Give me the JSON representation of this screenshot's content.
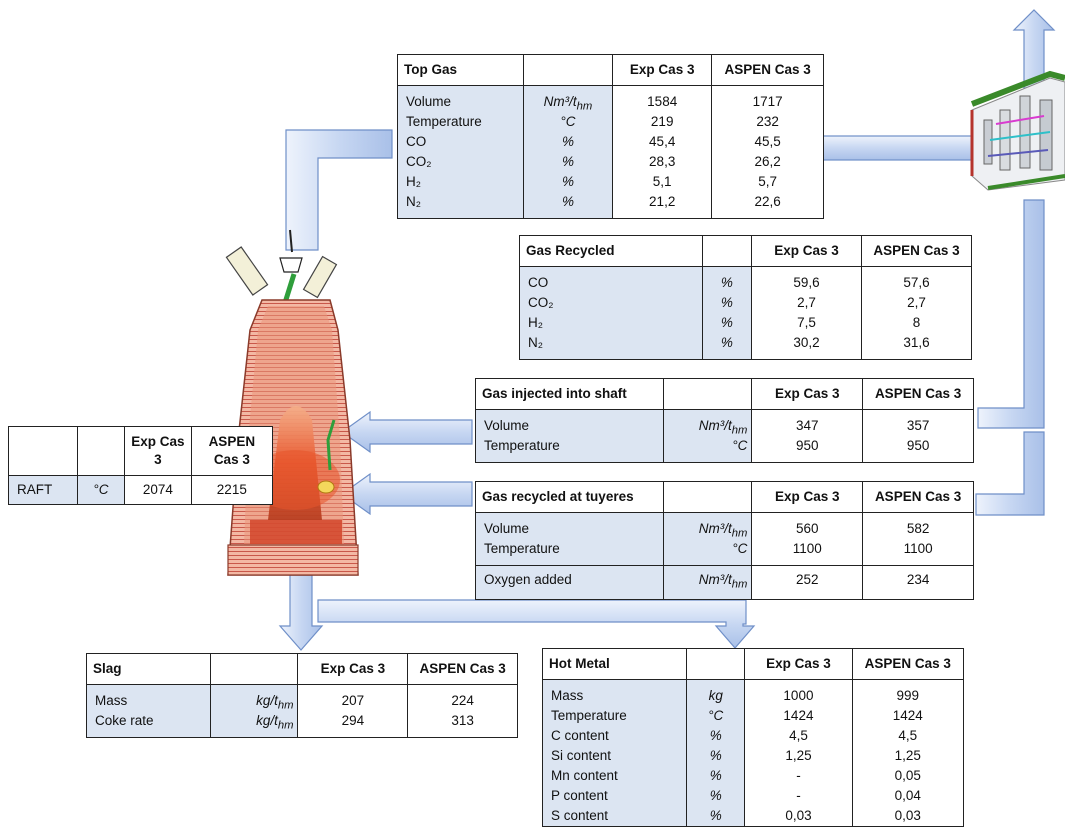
{
  "top_gas": {
    "title": "Top Gas",
    "col_exp": "Exp Cas 3",
    "col_aspen": "ASPEN Cas 3",
    "rows": [
      {
        "label": "Volume",
        "unit": "Nm³/t_hm",
        "exp": "1584",
        "aspen": "1717"
      },
      {
        "label": "Temperature",
        "unit": "°C",
        "exp": "219",
        "aspen": "232"
      },
      {
        "label": "CO",
        "unit": "%",
        "exp": "45,4",
        "aspen": "45,5"
      },
      {
        "label": "CO₂",
        "unit": "%",
        "exp": "28,3",
        "aspen": "26,2"
      },
      {
        "label": "H₂",
        "unit": "%",
        "exp": "5,1",
        "aspen": "5,7"
      },
      {
        "label": "N₂",
        "unit": "%",
        "exp": "21,2",
        "aspen": "22,6"
      }
    ]
  },
  "gas_recycled": {
    "title": "Gas Recycled",
    "col_exp": "Exp Cas 3",
    "col_aspen": "ASPEN Cas 3",
    "rows": [
      {
        "label": "CO",
        "unit": "%",
        "exp": "59,6",
        "aspen": "57,6"
      },
      {
        "label": "CO₂",
        "unit": "%",
        "exp": "2,7",
        "aspen": "2,7"
      },
      {
        "label": "H₂",
        "unit": "%",
        "exp": "7,5",
        "aspen": "8"
      },
      {
        "label": "N₂",
        "unit": "%",
        "exp": "30,2",
        "aspen": "31,6"
      }
    ]
  },
  "gas_shaft": {
    "title": "Gas injected into shaft",
    "col_exp": "Exp Cas 3",
    "col_aspen": "ASPEN Cas 3",
    "rows": [
      {
        "label": "Volume",
        "unit": "Nm³/t_hm",
        "exp": "347",
        "aspen": "357"
      },
      {
        "label": "Temperature",
        "unit": "°C",
        "exp": "950",
        "aspen": "950"
      }
    ]
  },
  "gas_tuyeres": {
    "title": "Gas recycled at tuyeres",
    "col_exp": "Exp Cas 3",
    "col_aspen": "ASPEN Cas 3",
    "rows": [
      {
        "label": "Volume",
        "unit": "Nm³/t_hm",
        "exp": "560",
        "aspen": "582"
      },
      {
        "label": "Temperature",
        "unit": "°C",
        "exp": "1100",
        "aspen": "1100"
      }
    ],
    "oxygen": {
      "label": "Oxygen added",
      "unit": "Nm³/t_hm",
      "exp": "252",
      "aspen": "234"
    }
  },
  "raft": {
    "col_exp": "Exp Cas 3",
    "col_aspen": "ASPEN Cas 3",
    "label": "RAFT",
    "unit": "°C",
    "exp": "2074",
    "aspen": "2215"
  },
  "slag": {
    "title": "Slag",
    "col_exp": "Exp Cas 3",
    "col_aspen": "ASPEN Cas 3",
    "rows": [
      {
        "label": "Mass",
        "unit": "kg/t_hm",
        "exp": "207",
        "aspen": "224"
      },
      {
        "label": "Coke rate",
        "unit": "kg/t_hm",
        "exp": "294",
        "aspen": "313"
      }
    ]
  },
  "hot_metal": {
    "title": "Hot Metal",
    "col_exp": "Exp Cas 3",
    "col_aspen": "ASPEN Cas 3",
    "rows": [
      {
        "label": "Mass",
        "unit": "kg",
        "exp": "1000",
        "aspen": "999"
      },
      {
        "label": "Temperature",
        "unit": "°C",
        "exp": "1424",
        "aspen": "1424"
      },
      {
        "label": "C content",
        "unit": "%",
        "exp": "4,5",
        "aspen": "4,5"
      },
      {
        "label": "Si content",
        "unit": "%",
        "exp": "1,25",
        "aspen": "1,25"
      },
      {
        "label": "Mn content",
        "unit": "%",
        "exp": "-",
        "aspen": "0,05"
      },
      {
        "label": "P content",
        "unit": "%",
        "exp": "-",
        "aspen": "0,04"
      },
      {
        "label": "S content",
        "unit": "%",
        "exp": "0,03",
        "aspen": "0,03"
      }
    ]
  },
  "colors": {
    "arrow_fill": "#c9d8f2",
    "arrow_stroke": "#6f8fc8",
    "table_fill": "#dce5f2",
    "furnace_brick": "#c9584a",
    "furnace_hot": "#e8552b"
  }
}
